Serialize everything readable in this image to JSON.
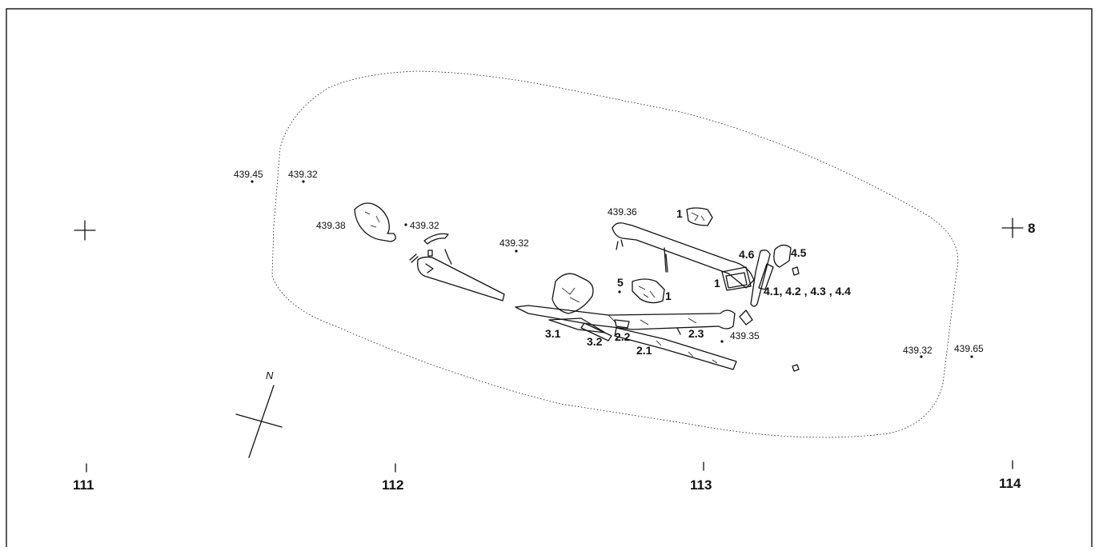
{
  "grid": {
    "x_labels": [
      "111",
      "112",
      "113",
      "114"
    ],
    "y_label": "8"
  },
  "north_label": "N",
  "elevations": [
    "439.45",
    "439.32",
    "439.38",
    "439.32",
    "439.32",
    "439.36",
    "439.35",
    "439.32",
    "439.65"
  ],
  "finds": [
    "1",
    "4.6",
    "4.5",
    "1",
    "4.1, 4.2 , 4.3 , 4.4",
    "5",
    "1",
    "3.1",
    "3.2",
    "2.2",
    "2.1",
    "2.3"
  ],
  "colors": {
    "ink": "#111111",
    "background": "#ffffff"
  }
}
